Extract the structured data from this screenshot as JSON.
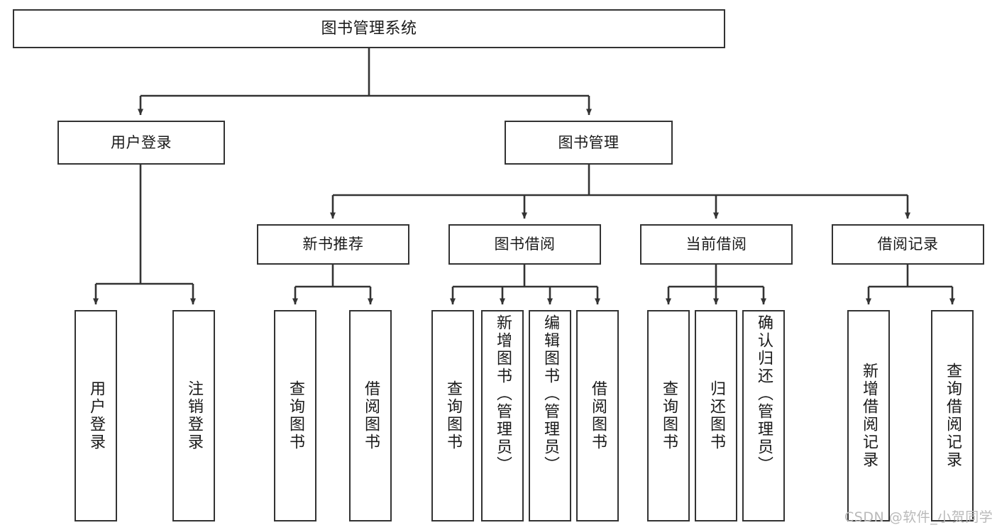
{
  "diagram": {
    "title": "图书管理系统",
    "type": "tree",
    "stroke_color": "#333333",
    "fill_color": "#ffffff",
    "text_color": "#1a1a1a",
    "levels": {
      "root": "图书管理系统",
      "level2": [
        "用户登录",
        "图书管理"
      ],
      "level3": [
        "新书推荐",
        "图书借阅",
        "当前借阅",
        "借阅记录"
      ]
    },
    "nodes": {
      "root": {
        "label": "图书管理系统"
      },
      "user_login": {
        "label": "用户登录"
      },
      "book_manage": {
        "label": "图书管理"
      },
      "new_book_rec": {
        "label": "新书推荐"
      },
      "book_borrow": {
        "label": "图书借阅"
      },
      "current_borrow": {
        "label": "当前借阅"
      },
      "borrow_record": {
        "label": "借阅记录"
      },
      "leaf_user_login": {
        "label": "用户登录"
      },
      "leaf_logout": {
        "label": "注销登录"
      },
      "leaf_query_book_a": {
        "label": "查询图书"
      },
      "leaf_borrow_book_a": {
        "label": "借阅图书"
      },
      "leaf_query_book_b": {
        "label": "查询图书"
      },
      "leaf_add_book": {
        "label": "新增图书（管理员）"
      },
      "leaf_edit_book": {
        "label": "编辑图书（管理员）"
      },
      "leaf_borrow_book_b": {
        "label": "借阅图书"
      },
      "leaf_query_book_c": {
        "label": "查询图书"
      },
      "leaf_return_book": {
        "label": "归还图书"
      },
      "leaf_confirm_return": {
        "label": "确认归还（管理员）"
      },
      "leaf_add_record": {
        "label": "新增借阅记录"
      },
      "leaf_query_record": {
        "label": "查询借阅记录"
      }
    },
    "edges": [
      {
        "from": "root",
        "to": "user_login"
      },
      {
        "from": "root",
        "to": "book_manage"
      },
      {
        "from": "user_login",
        "to": "leaf_user_login"
      },
      {
        "from": "user_login",
        "to": "leaf_logout"
      },
      {
        "from": "book_manage",
        "to": "new_book_rec"
      },
      {
        "from": "book_manage",
        "to": "book_borrow"
      },
      {
        "from": "book_manage",
        "to": "current_borrow"
      },
      {
        "from": "book_manage",
        "to": "borrow_record"
      },
      {
        "from": "new_book_rec",
        "to": "leaf_query_book_a"
      },
      {
        "from": "new_book_rec",
        "to": "leaf_borrow_book_a"
      },
      {
        "from": "book_borrow",
        "to": "leaf_query_book_b"
      },
      {
        "from": "book_borrow",
        "to": "leaf_add_book"
      },
      {
        "from": "book_borrow",
        "to": "leaf_edit_book"
      },
      {
        "from": "book_borrow",
        "to": "leaf_borrow_book_b"
      },
      {
        "from": "current_borrow",
        "to": "leaf_query_book_c"
      },
      {
        "from": "current_borrow",
        "to": "leaf_return_book"
      },
      {
        "from": "current_borrow",
        "to": "leaf_confirm_return"
      },
      {
        "from": "borrow_record",
        "to": "leaf_add_record"
      },
      {
        "from": "borrow_record",
        "to": "leaf_query_record"
      }
    ]
  },
  "watermark": {
    "text": "CSDN @软件_小贺同学",
    "color": "#b9b9b9"
  }
}
